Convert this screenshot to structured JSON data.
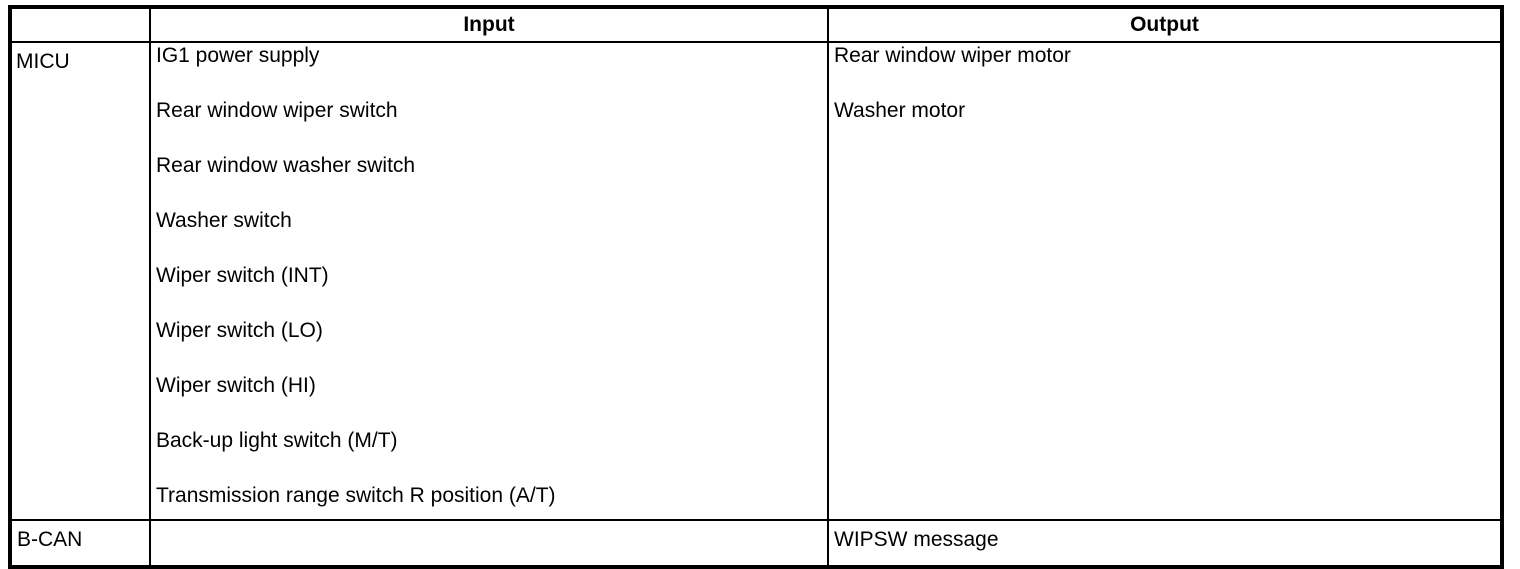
{
  "table": {
    "columns": [
      {
        "key": "system",
        "label": ""
      },
      {
        "key": "input",
        "label": "Input"
      },
      {
        "key": "output",
        "label": "Output"
      }
    ],
    "rows": [
      {
        "system": "MICU",
        "inputs": [
          "IG1 power supply",
          "Rear window wiper switch",
          "Rear window washer switch",
          "Washer switch",
          "Wiper switch (INT)",
          "Wiper switch (LO)",
          "Wiper switch (HI)",
          "Back-up light switch (M/T)",
          "Transmission range switch R position (A/T)"
        ],
        "outputs": [
          "Rear window wiper motor",
          "Washer motor"
        ]
      },
      {
        "system": "B-CAN",
        "inputs": [],
        "outputs": [
          "WIPSW message"
        ]
      }
    ]
  },
  "colors": {
    "border": "#000000",
    "text": "#000000",
    "background": "#ffffff"
  }
}
